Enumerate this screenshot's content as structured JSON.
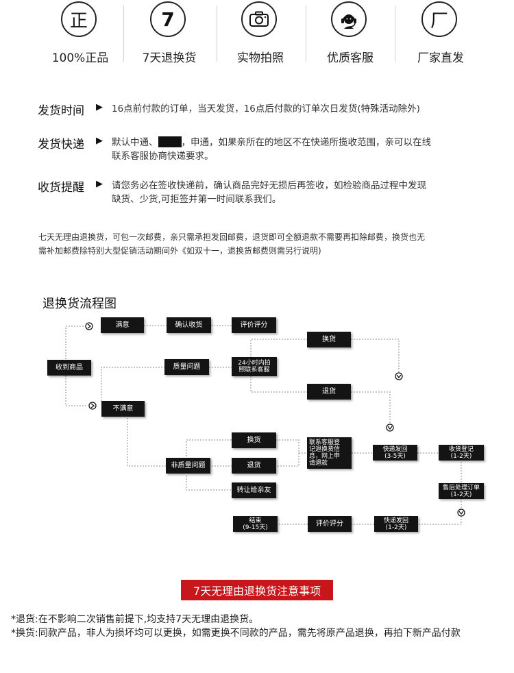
{
  "badges": [
    {
      "glyph": "正",
      "label": "100%正品",
      "icon": "zheng-glyph-icon"
    },
    {
      "glyph": "7",
      "label": "7天退换货",
      "icon": "seven-days-icon"
    },
    {
      "glyph": "",
      "label": "实物拍照",
      "icon": "camera-icon"
    },
    {
      "glyph": "",
      "label": "优质客服",
      "icon": "customer-service-icon"
    },
    {
      "glyph": "厂",
      "label": "厂家直发",
      "icon": "factory-glyph-icon"
    }
  ],
  "info": {
    "shipping_time": {
      "heading": "发货时间",
      "text": "16点前付款的订单，当天发货，16点后付款的订单次日发货(特殊活动除外)"
    },
    "courier": {
      "heading": "发货快递",
      "text_before": "默认中通、",
      "text_after": "，申通，如果亲所在的地区不在快递所揽收范围，亲可以在线",
      "line2": "联系客服协商快递要求。"
    },
    "receipt": {
      "heading": "收货提醒",
      "line1": "请您务必在签收快递前，确认商品完好无损后再签收，如检验商品过程中发现",
      "line2": "缺货、少货,可拒签并第一时间联系我们。"
    }
  },
  "notice": {
    "line1": "七天无理由退换货，可包一次邮费，亲只需承担发回邮费，退货即可全额退款不需要再扣除邮费，换货也无",
    "line2": "需补加邮费除特别大型促销活动期间外《如双十一，退换货邮费则需另行说明)"
  },
  "flow": {
    "title": "退换货流程图",
    "nodes": {
      "received": "收到商品",
      "satisfied": "满意",
      "confirm_receipt": "确认收货",
      "review_top": "评价评分",
      "exchange_top": "换货",
      "quality_issue": "质量问题",
      "contact_24h_1": "24小时内拍",
      "contact_24h_2": "照联系客服",
      "refund_top": "退货",
      "unsatisfied": "不满意",
      "exchange_mid": "换货",
      "non_quality": "非质量问题",
      "refund_mid": "退货",
      "transfer": "转让给亲友",
      "contact_cs_1": "联系客服登",
      "contact_cs_2": "记退换货信",
      "contact_cs_3": "息，网上申",
      "contact_cs_4": "请退款",
      "ship_back_1": "快递发回",
      "ship_back_2": "(3-5天)",
      "register_1": "收货登记",
      "register_2": "(1-2天)",
      "after_sales_1": "售后处理订单",
      "after_sales_2": "(1-2天)",
      "ship_return_1": "快递发回",
      "ship_return_2": "(1-2天)",
      "review_bottom": "评价评分",
      "end_1": "结束",
      "end_2": "(9-15天)"
    }
  },
  "footer": {
    "banner": "7天无理由退换货注意事项",
    "return_note": "*退货:在不影响二次销售前提下,均支持7天无理由退换货。",
    "exchange_note": "*换货:同款产品，非人为损坏均可以更换，如需更换不同款的产品，需先将原产品退换，再拍下新产品付款"
  },
  "colors": {
    "banner_red": "#c8161d",
    "node_black": "#141414"
  }
}
